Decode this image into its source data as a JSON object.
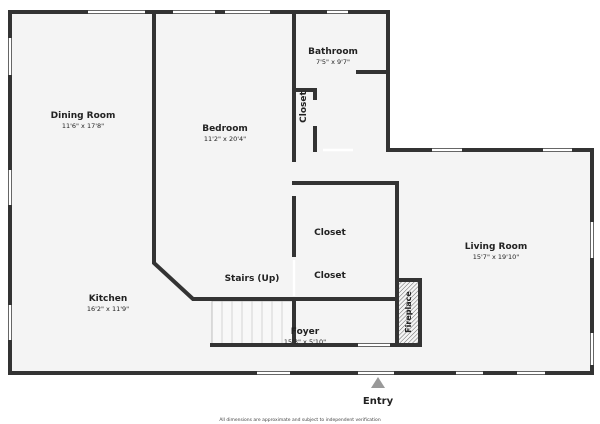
{
  "rooms": {
    "dining": {
      "name": "Dining Room",
      "dims": "11'6\" x 17'8\""
    },
    "bedroom": {
      "name": "Bedroom",
      "dims": "11'2\" x 20'4\""
    },
    "bathroom": {
      "name": "Bathroom",
      "dims": "7'5\" x 9'7\""
    },
    "bath_closet": {
      "name": "Closet"
    },
    "closet_upper": {
      "name": "Closet"
    },
    "closet_lower": {
      "name": "Closet"
    },
    "stairs": {
      "name": "Stairs (Up)"
    },
    "fireplace": {
      "name": "Fireplace"
    },
    "living": {
      "name": "Living Room",
      "dims": "15'7\" x 19'10\""
    },
    "kitchen": {
      "name": "Kitchen",
      "dims": "16'2\" x 11'9\""
    },
    "foyer": {
      "name": "Foyer",
      "dims": "15'3\" x 5'10\""
    }
  },
  "entry_label": "Entry",
  "disclaimer": "All dimensions are approximate and subject to independent verification",
  "colors": {
    "floor": "#f4f4f4",
    "wall": "#333333",
    "arrow": "#999999"
  }
}
